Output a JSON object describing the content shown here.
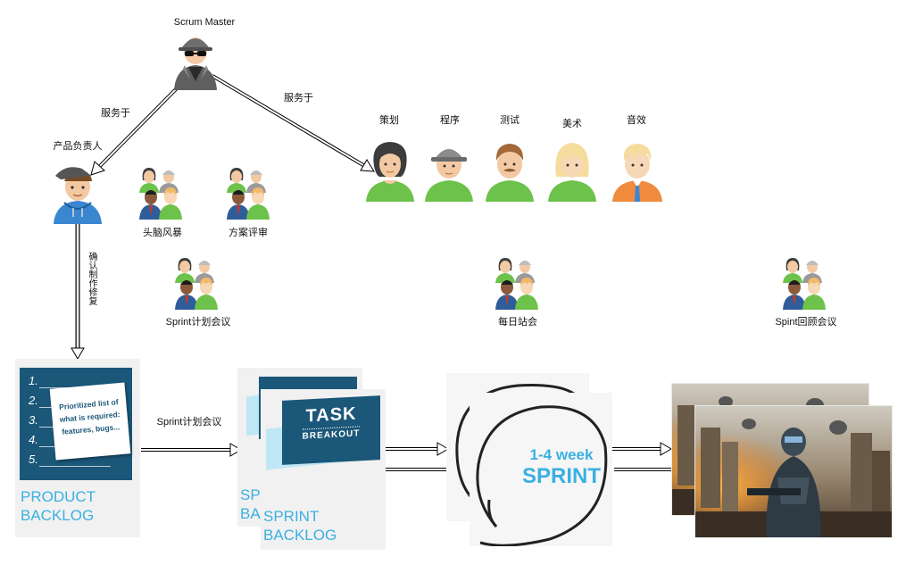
{
  "roles": {
    "scrum_master": "Scrum Master",
    "product_owner": "产品负责人",
    "team": [
      "策划",
      "程序",
      "测试",
      "美术",
      "音效"
    ]
  },
  "relations": {
    "serves_left": "服务于",
    "serves_right": "服务于",
    "confirm_modify": "确认制作修复"
  },
  "meetings": {
    "brainstorm": "头脑风暴",
    "review": "方案评审",
    "sprint_planning": "Sprint计划会议",
    "daily_standup": "每日站会",
    "retrospective": "Spint回顾会议"
  },
  "flow": {
    "sprint_planning_arrow": "Sprint计划会议"
  },
  "product_backlog": {
    "numbers": [
      "1.",
      "2.",
      "3.",
      "4.",
      "5."
    ],
    "note_lines": [
      "Prioritized list of",
      "what is required:",
      "features, bugs..."
    ],
    "title_line1": "PRODUCT",
    "title_line2": "BACKLOG"
  },
  "sprint_backlog": {
    "task_title": "TASK",
    "task_sub": "BREAKOUT",
    "back_title_line1": "SPRI",
    "back_title_line2": "BA",
    "title_line1": "SPRINT",
    "title_line2": "BACKLOG"
  },
  "sprint": {
    "week": "1-4 week",
    "title": "SPRINT"
  },
  "colors": {
    "navy": "#1b5779",
    "accent_blue": "#3ab0e2",
    "green_shirt": "#6cc24a",
    "orange_shirt": "#f08a3c",
    "hoodie_blue": "#3a86d1"
  }
}
